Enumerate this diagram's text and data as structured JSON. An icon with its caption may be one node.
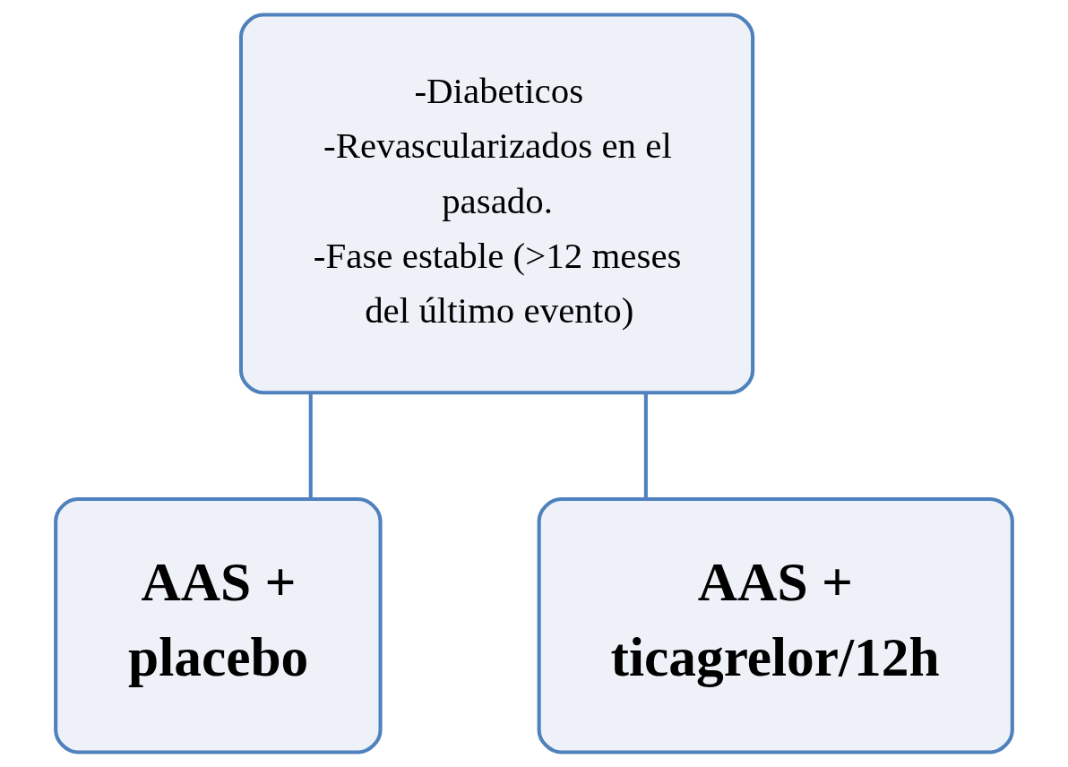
{
  "diagram": {
    "nodes": [
      {
        "text": [
          "-Diabeticos",
          "-Revascularizados en el pasado.",
          "-Fase estable (>12 meses del último evento)"
        ]
      },
      {
        "text": [
          "AAS + placebo"
        ]
      },
      {
        "text": [
          "AAS + ticagrelor/12h"
        ]
      }
    ],
    "edges": [
      {
        "from": 0,
        "to": 1,
        "arrow": "none"
      },
      {
        "from": 0,
        "to": 2,
        "arrow": "none"
      }
    ]
  }
}
